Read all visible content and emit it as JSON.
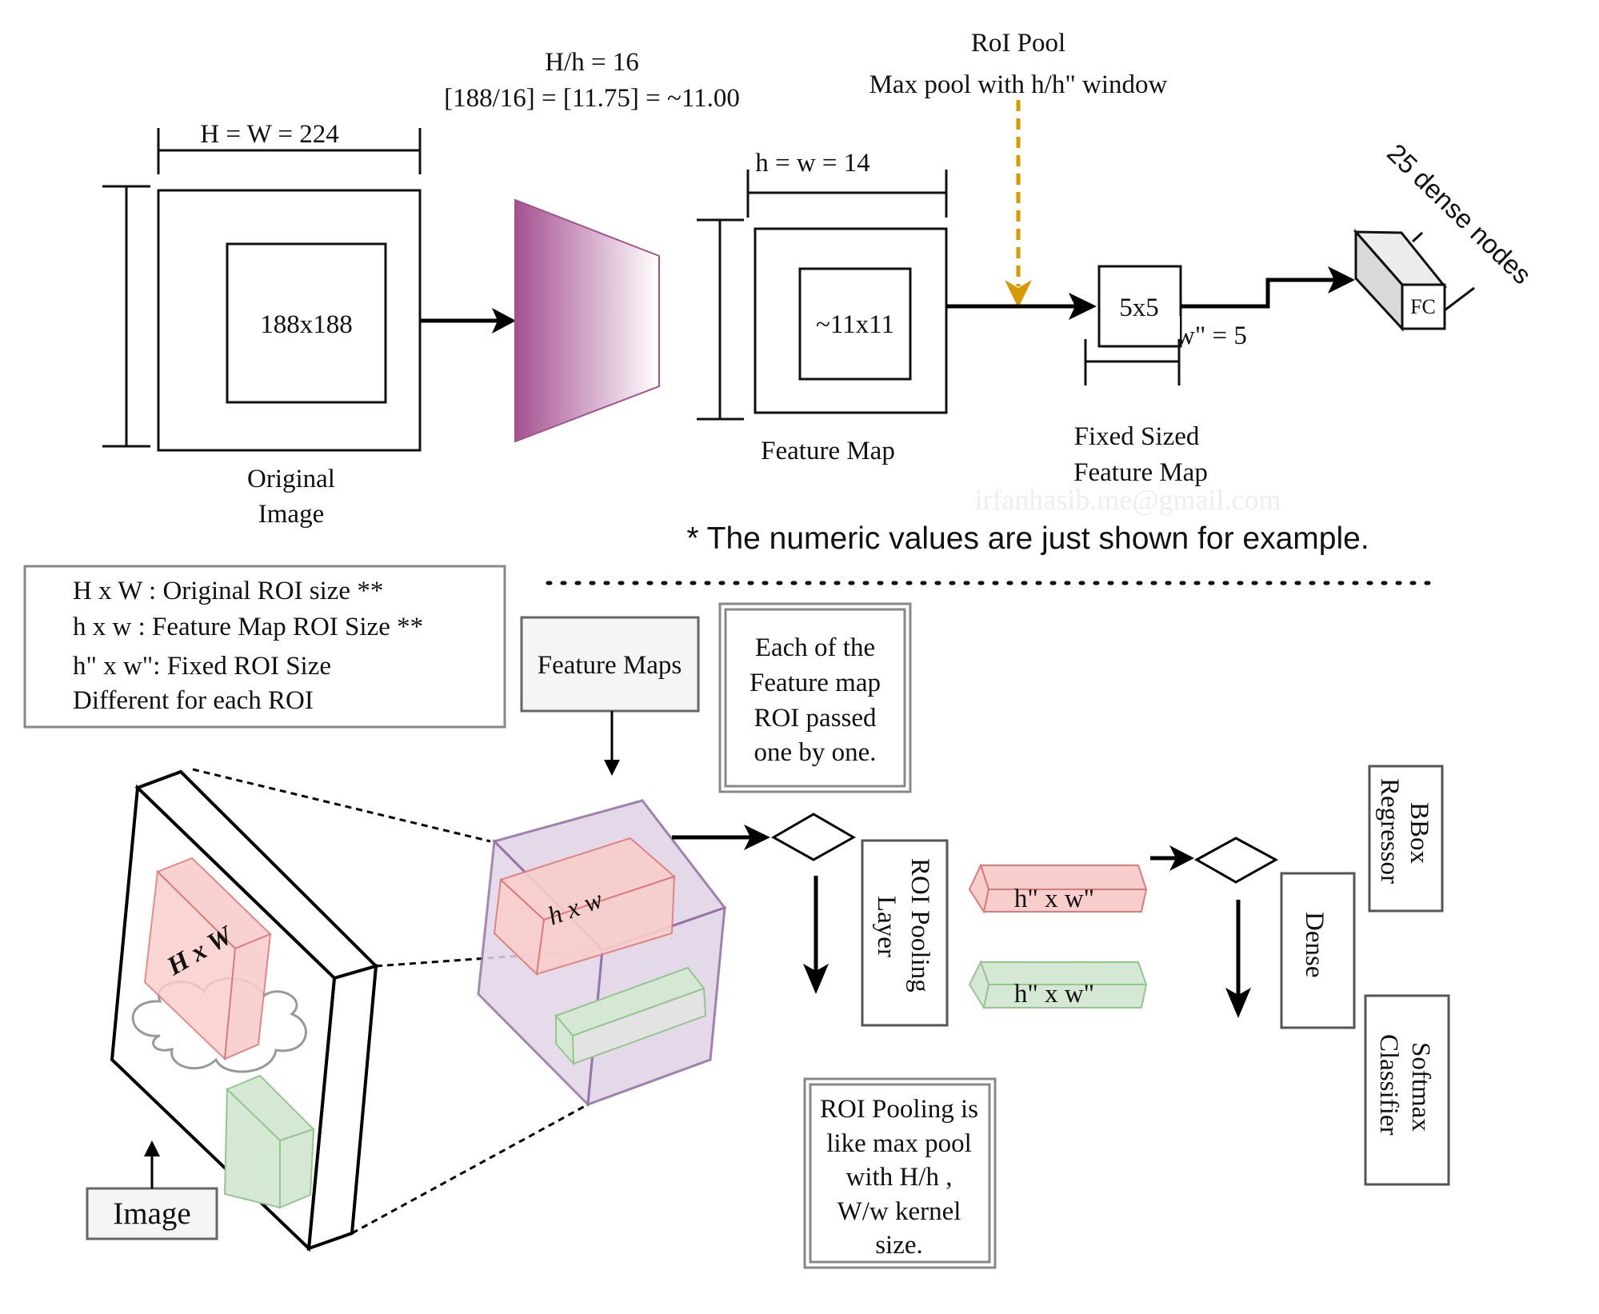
{
  "top": {
    "dim_original": "H = W = 224",
    "ratio_line1": "H/h = 16",
    "ratio_line2": "[188/16] = [11.75] = ~11.00",
    "roi_pool_title": "RoI Pool",
    "roi_pool_desc": "Max pool with h/h\" window",
    "dim_feature": "h = w = 14",
    "roi_original": "188x188",
    "roi_feature": "~11x11",
    "fixed_box": "5x5",
    "fixed_width_label": "w\" = 5",
    "fc_label": "FC",
    "dense_nodes_label": "25 dense nodes",
    "original_image_label": [
      "Original",
      "Image"
    ],
    "feature_map_label": "Feature Map",
    "fixed_map_label": [
      "Fixed Sized",
      "Feature Map"
    ],
    "watermark": "irfanhasib.me@gmail.com",
    "note": "* The numeric values are just shown for example."
  },
  "legend": [
    "H x W : Original ROI size **",
    "h x w : Feature Map ROI Size **",
    "h\" x w\": Fixed ROI Size",
    "Different for each ROI"
  ],
  "bottom": {
    "feature_maps_label": "Feature Maps",
    "each_roi_note": [
      "Each of the",
      "Feature map",
      "ROI passed",
      "one by one."
    ],
    "image_roi_label": "H x W",
    "feature_roi_label": "h x w",
    "image_label": "Image",
    "roi_pooling_layer": [
      "ROI Pooling",
      "Layer"
    ],
    "fixed_roi_1": "h\"  x w\"",
    "fixed_roi_2": "h\"  x w\"",
    "dense_label": "Dense",
    "bbox_label": [
      "BBox",
      "Regressor"
    ],
    "softmax_label": [
      "Softmax",
      "Classifier"
    ],
    "roi_pooling_note": [
      "ROI Pooling is",
      "like max pool",
      "with H/h ,",
      "W/w kernel",
      "size."
    ]
  },
  "colors": {
    "trapezoid_dark": "#a55191",
    "roi_pool_arrow": "#d79b00",
    "cube_fill": "#e1d5e7",
    "cube_stroke": "#9673a6",
    "red_fill": "#f8cecc",
    "red_stroke": "#e07a78",
    "green_fill": "#d5e8d4",
    "green_stroke": "#97c58f",
    "gray_box": "#f5f5f5"
  }
}
